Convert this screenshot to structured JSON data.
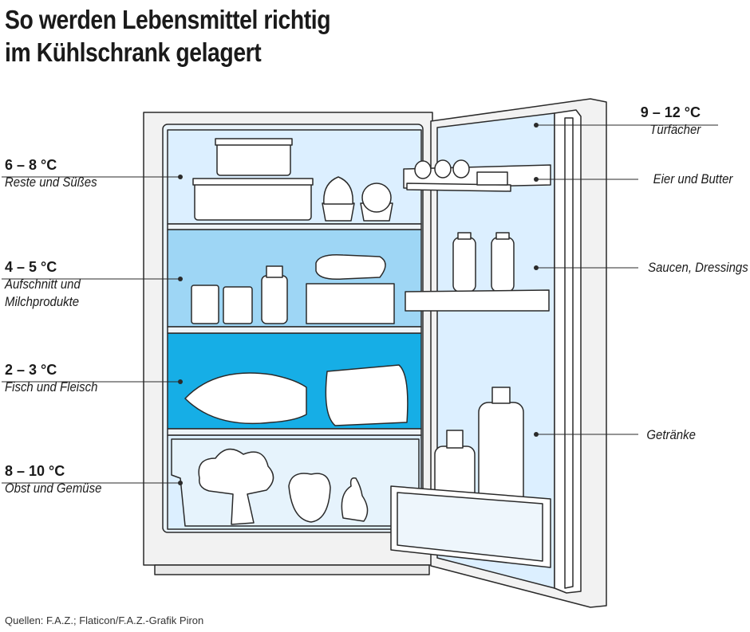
{
  "title": {
    "line1": "So werden Lebensmittel richtig",
    "line2": "im Kühlschrank gelagert"
  },
  "zones_left": [
    {
      "temp": "6 – 8 °C",
      "desc": "Reste und Süßes"
    },
    {
      "temp": "4 – 5 °C",
      "desc1": "Aufschnitt und",
      "desc2": "Milchprodukte"
    },
    {
      "temp": "2 – 3 °C",
      "desc": "Fisch und Fleisch"
    },
    {
      "temp": "8 – 10 °C",
      "desc": "Obst und Gemüse"
    }
  ],
  "zones_right": [
    {
      "temp": "9 – 12 °C",
      "desc": "Türfächer"
    },
    {
      "desc": "Eier und Butter"
    },
    {
      "desc": "Saucen, Dressings"
    },
    {
      "desc": "Getränke"
    }
  ],
  "source": "Quellen: F.A.Z.; Flaticon/F.A.Z.-Grafik Piron",
  "colors": {
    "cool_light": "#dcefff",
    "cool_mid": "#9ed6f5",
    "cool_cold": "#16aee6",
    "outline": "#2a2a2a"
  }
}
